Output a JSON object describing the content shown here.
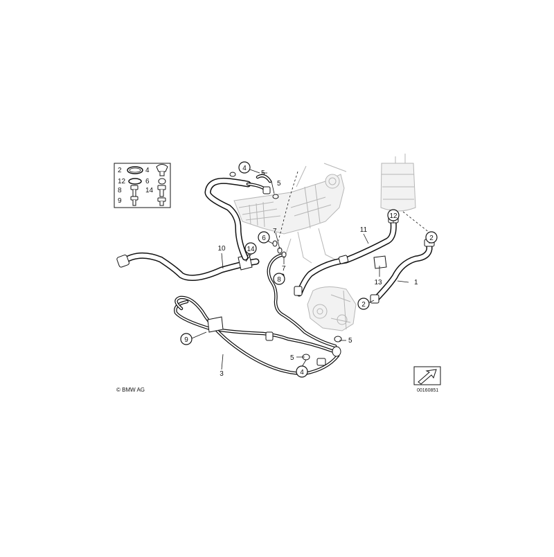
{
  "diagram": {
    "copyright": "© BMW AG",
    "image_number": "00160851",
    "legend": [
      {
        "num": "2",
        "icon": "hose-clamp-icon"
      },
      {
        "num": "4",
        "icon": "seal-ring-icon"
      },
      {
        "num": "12",
        "icon": "hose-clamp-icon"
      },
      {
        "num": "6",
        "icon": "seal-ring-icon"
      },
      {
        "num": "8",
        "icon": "bolt-icon"
      },
      {
        "num": "14",
        "icon": "bolt-icon"
      },
      {
        "num": "9",
        "icon": "bolt-icon"
      }
    ],
    "callouts": {
      "c1": "1",
      "c2a": "2",
      "c2b": "2",
      "c3": "3",
      "c4a": "4",
      "c4b": "4",
      "c5a": "5",
      "c5b": "5",
      "c5c": "5",
      "c5d": "5",
      "c6": "6",
      "c7a": "7",
      "c7b": "7",
      "c8": "8",
      "c9": "9",
      "c10": "10",
      "c11": "11",
      "c12": "12",
      "c13": "13",
      "c14": "14"
    }
  }
}
